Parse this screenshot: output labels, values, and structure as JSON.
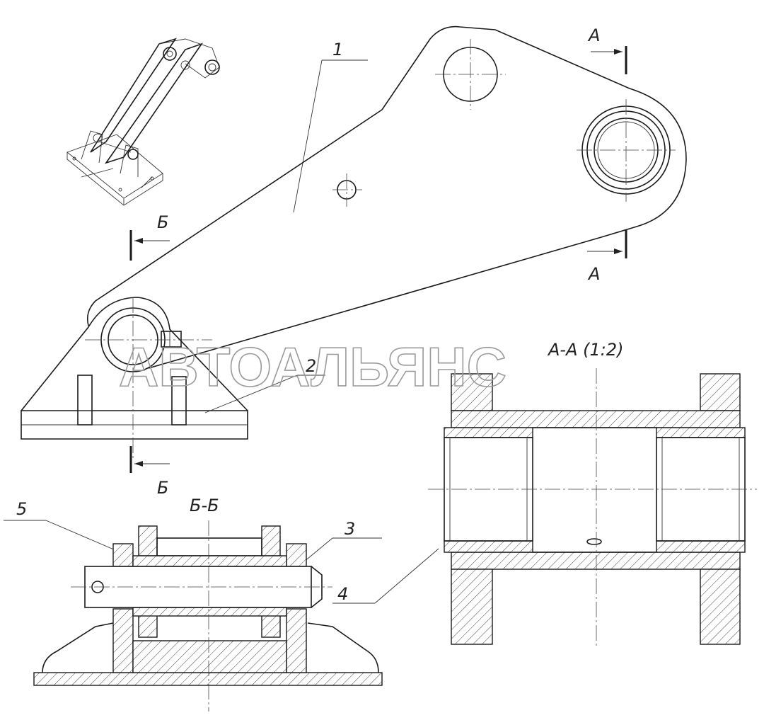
{
  "labels": {
    "part_1": "1",
    "part_2": "2",
    "part_3": "3",
    "part_4": "4",
    "part_5": "5",
    "section_a_top": "А",
    "section_a_bottom": "А",
    "section_b_top": "Б",
    "section_b_bottom": "Б",
    "section_bb_title": "Б-Б",
    "section_aa_title": "А-А (1:2)"
  },
  "watermark": "АВТОАЛЬЯНС"
}
